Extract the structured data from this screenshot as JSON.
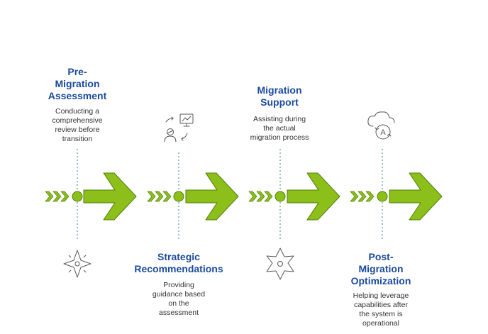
{
  "colors": {
    "accent_green": "#8cbf1a",
    "accent_green_stroke": "#4f7f0b",
    "title_blue": "#1a4a9c",
    "body_text": "#333333",
    "connector": "#3a7d88",
    "icon_stroke": "#555555"
  },
  "steps": [
    {
      "title": "Pre-\nMigration\nAssessment",
      "description": "Conducting a\ncomprehensive\nreview before\ntransition",
      "label_position": "top",
      "icon": "compass-icon"
    },
    {
      "title": "Strategic\nRecommendations",
      "description": "Providing\nguidance based\non the\nassessment",
      "label_position": "bottom",
      "icon": "strategy-icon"
    },
    {
      "title": "Migration\nSupport",
      "description": "Assisting during\nthe actual\nmigration process",
      "label_position": "top",
      "icon": "compass-icon"
    },
    {
      "title": "Post-\nMigration\nOptimization",
      "description": "Helping leverage\ncapabilities after\nthe system is\noperational",
      "label_position": "bottom",
      "icon": "cloud-sync-icon"
    }
  ]
}
